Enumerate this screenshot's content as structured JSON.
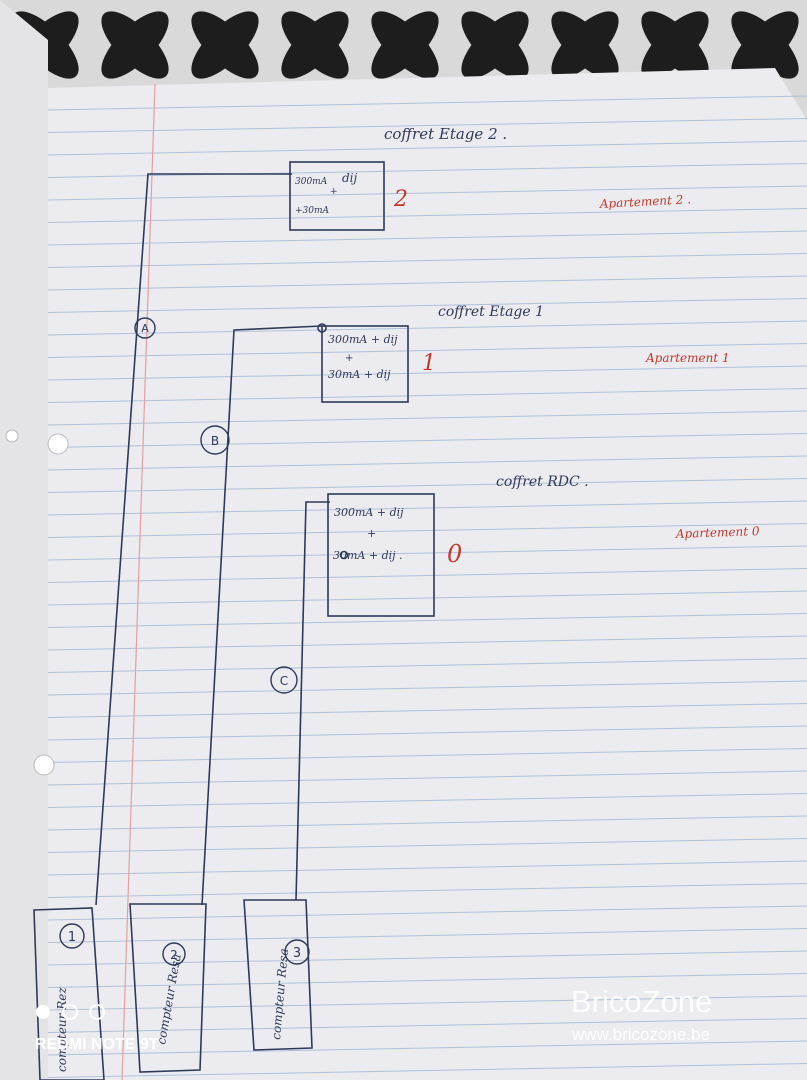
{
  "panels": {
    "floor2": {
      "title": "coffret Etage 2 .",
      "line1": "300mA",
      "plus": "+",
      "dij": "dij",
      "line2": "+30mA",
      "number": "2",
      "apartment": "Apartement 2 ."
    },
    "floor1": {
      "title": "coffret Etage 1",
      "line1": "300mA + dij",
      "plus": "+",
      "line2": "30mA + dij",
      "number": "1",
      "apartment": "Apartement 1"
    },
    "ground": {
      "title": "coffret RDC .",
      "line1": "300mA + dij",
      "plus": "+",
      "line2": "30mA + dij .",
      "number": "0",
      "apartment": "Apartement 0"
    }
  },
  "cables": {
    "a": "A",
    "b": "B",
    "c": "C"
  },
  "meters": [
    {
      "label": "compteur Rez",
      "number": "1"
    },
    {
      "label": "compteur Resa",
      "number": "2"
    },
    {
      "label": "compteur Resa",
      "number": "3"
    }
  ],
  "camera": {
    "model": "REDMI NOTE 9T"
  },
  "watermark": {
    "brand": "BricoZone",
    "url": "www.bricozone.be"
  },
  "colors": {
    "ink": "#2f3a58",
    "red_ink": "#c0392b",
    "rule_line": "#9bb3d6",
    "margin_line": "#e2a0a0"
  }
}
